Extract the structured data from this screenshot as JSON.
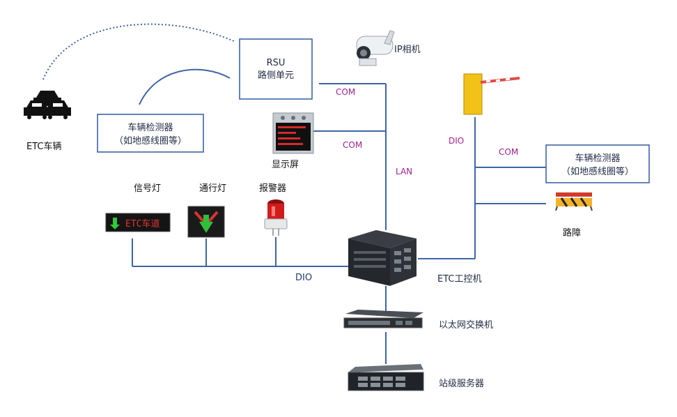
{
  "nodes": {
    "etc_vehicle": "ETC车辆",
    "rsu_line1": "RSU",
    "rsu_line2": "路侧单元",
    "ip_camera": "IP相机",
    "vehicle_detector_left_line1": "车辆检测器",
    "vehicle_detector_left_line2": "（如地感线圈等）",
    "display_screen": "显示屏",
    "signal_light": "信号灯",
    "traffic_light": "通行灯",
    "alarm": "报警器",
    "etc_ipc": "ETC工控机",
    "ethernet_switch": "以太网交换机",
    "station_server": "站级服务器",
    "vehicle_detector_right_line1": "车辆检测器",
    "vehicle_detector_right_line2": "（如地感线圈等）",
    "roadblock": "路障"
  },
  "links": {
    "com_rsu": "COM",
    "com_display": "COM",
    "lan": "LAN",
    "dio_left": "DIO",
    "dio_right": "DIO",
    "com_right": "COM"
  },
  "devices": {
    "led_sign_text": "ETC车道"
  },
  "colors": {
    "wire": "#3f63a6",
    "link_label": "#a0218e",
    "text": "#1f2a44"
  }
}
